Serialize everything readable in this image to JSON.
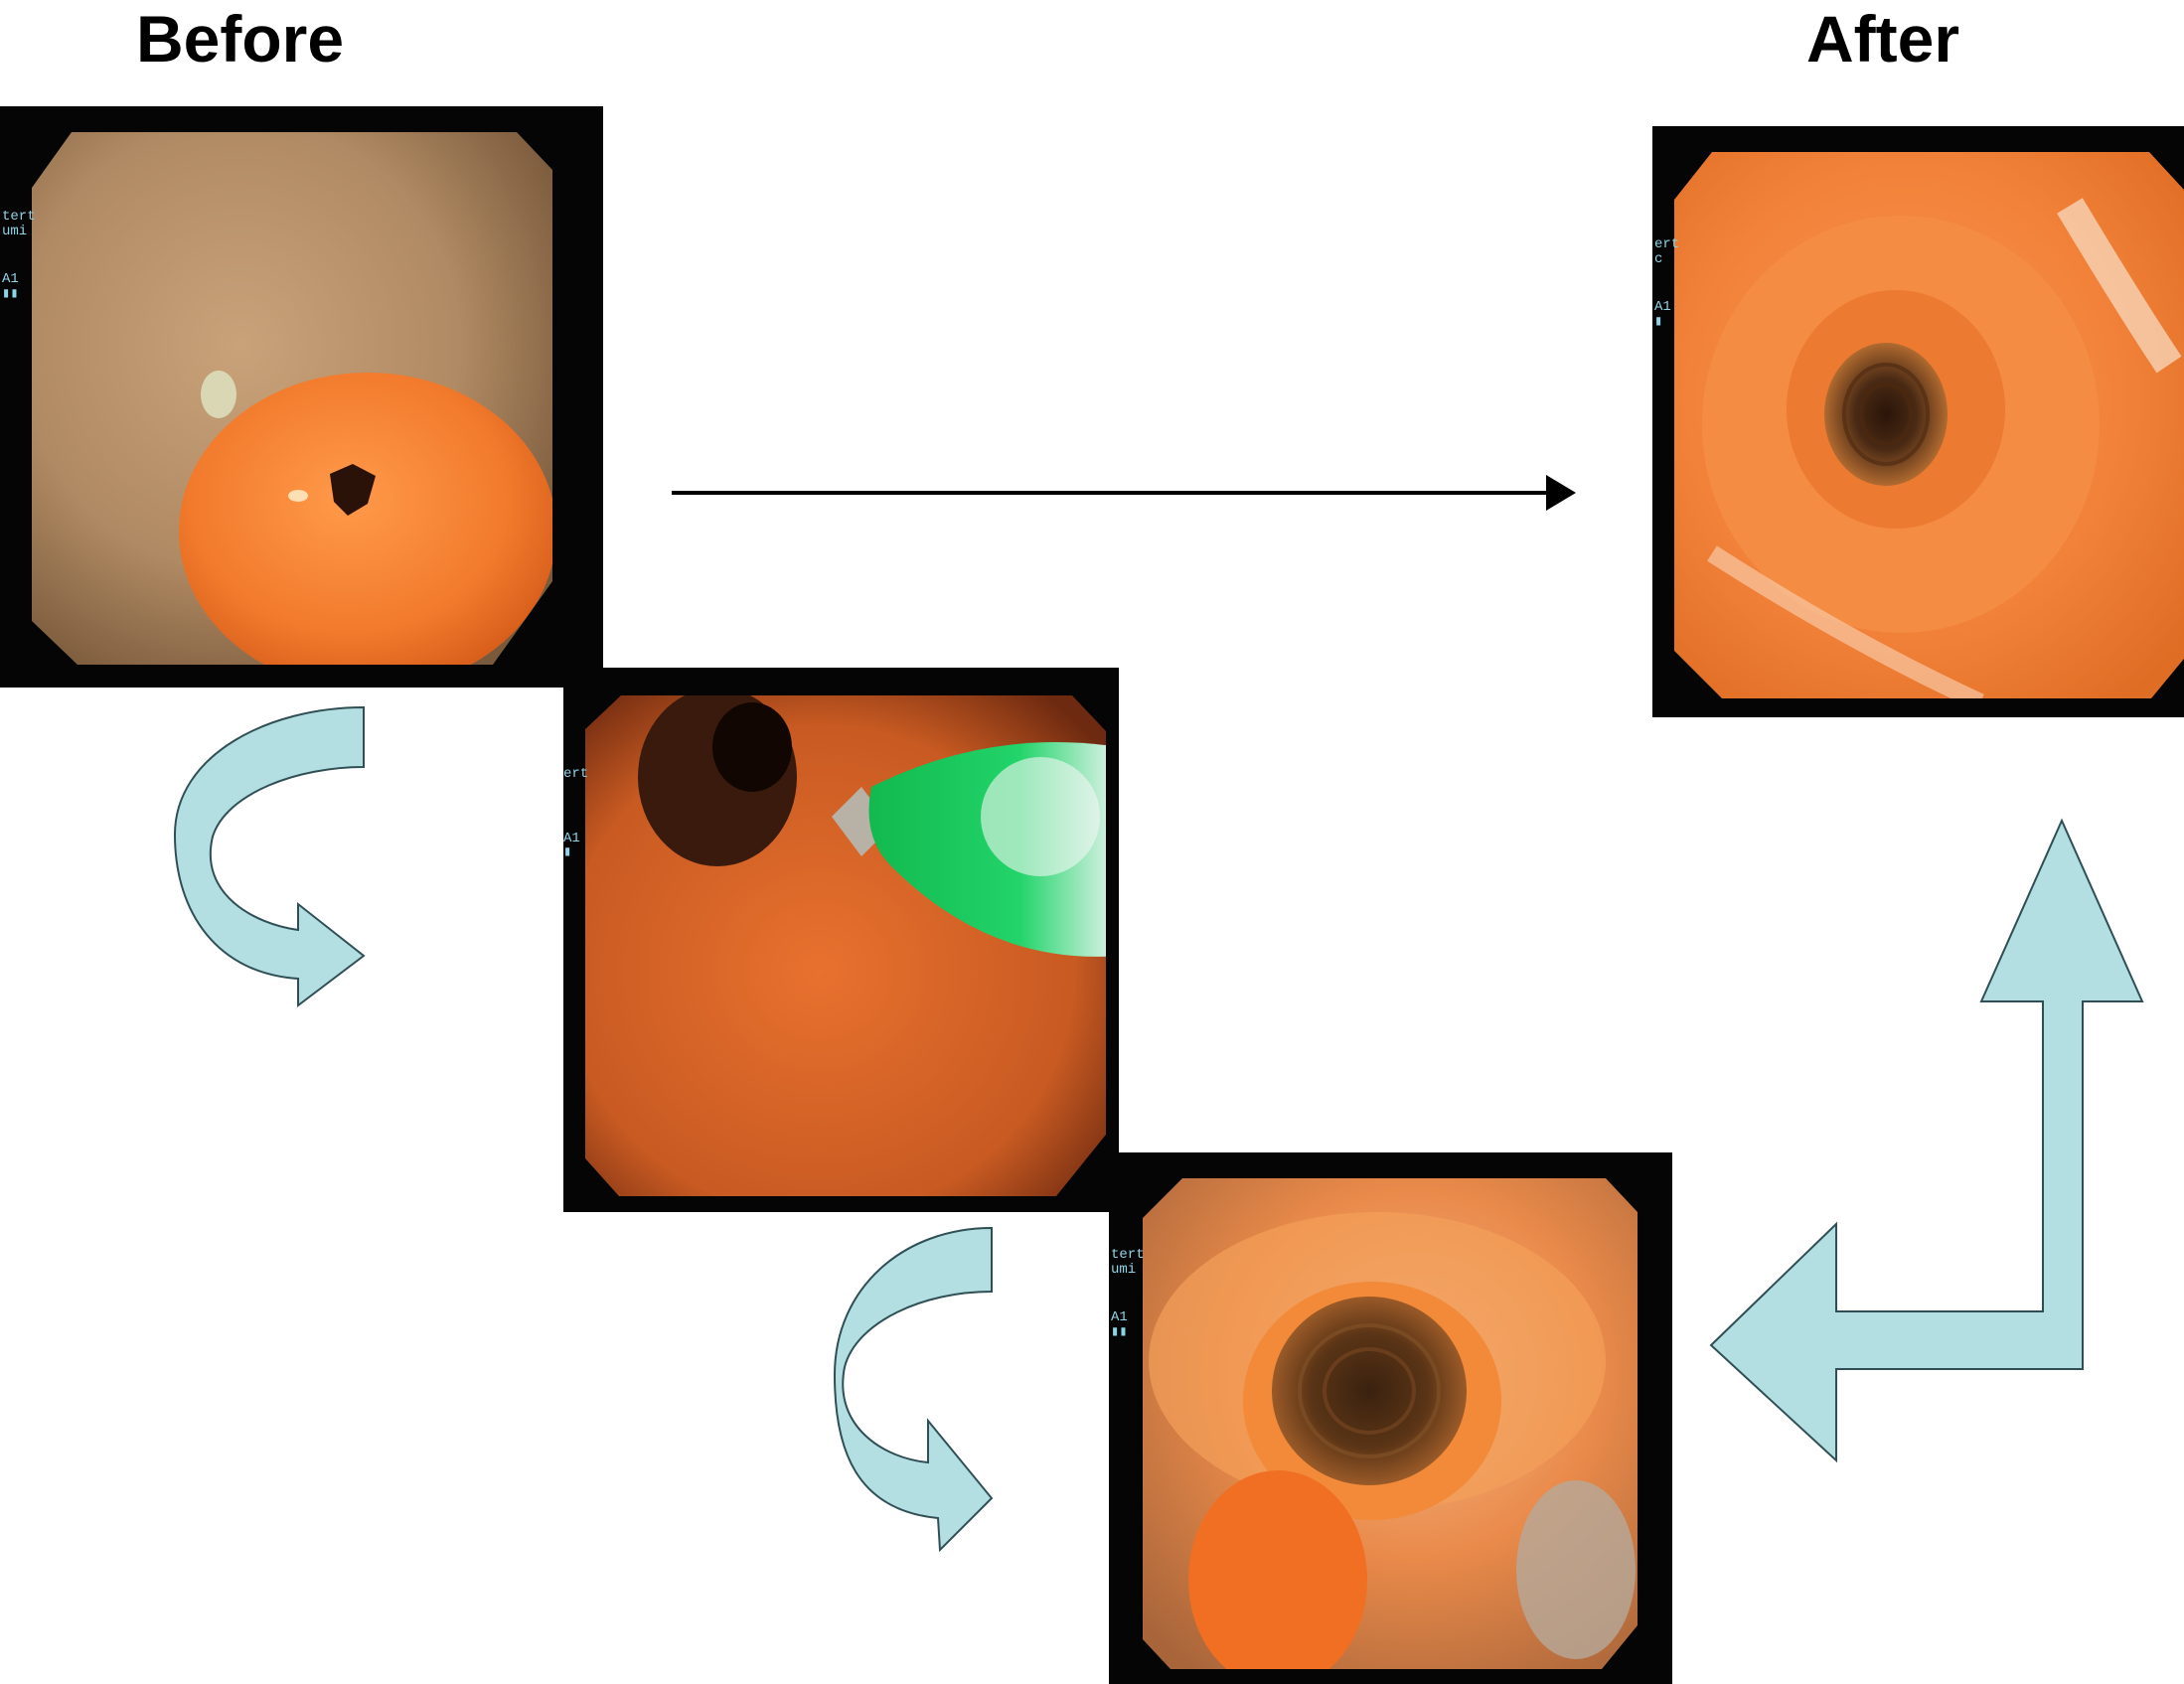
{
  "headings": {
    "before": "Before",
    "after": "After"
  },
  "frames": [
    {
      "id": "frame-1",
      "overlay": [
        "tert",
        "umi",
        "",
        "A1",
        "▮▮"
      ]
    },
    {
      "id": "frame-2",
      "overlay": [
        "ert",
        "",
        "A1",
        "▮"
      ]
    },
    {
      "id": "frame-3",
      "overlay": [
        "tert",
        "umi",
        "",
        "A1",
        "▮▮"
      ]
    },
    {
      "id": "frame-4",
      "overlay": [
        "ert",
        "c",
        "",
        "A1",
        "▮"
      ]
    }
  ],
  "colors": {
    "arrow_fill": "#b3dfe3",
    "arrow_stroke": "#2f4f55",
    "tissue_orange": "#f07a2a",
    "frame_black": "#050505",
    "probe_green": "#19c85a"
  },
  "icons": [
    "curved-arrow-icon",
    "straight-arrow-icon",
    "elbow-arrow-icon"
  ]
}
